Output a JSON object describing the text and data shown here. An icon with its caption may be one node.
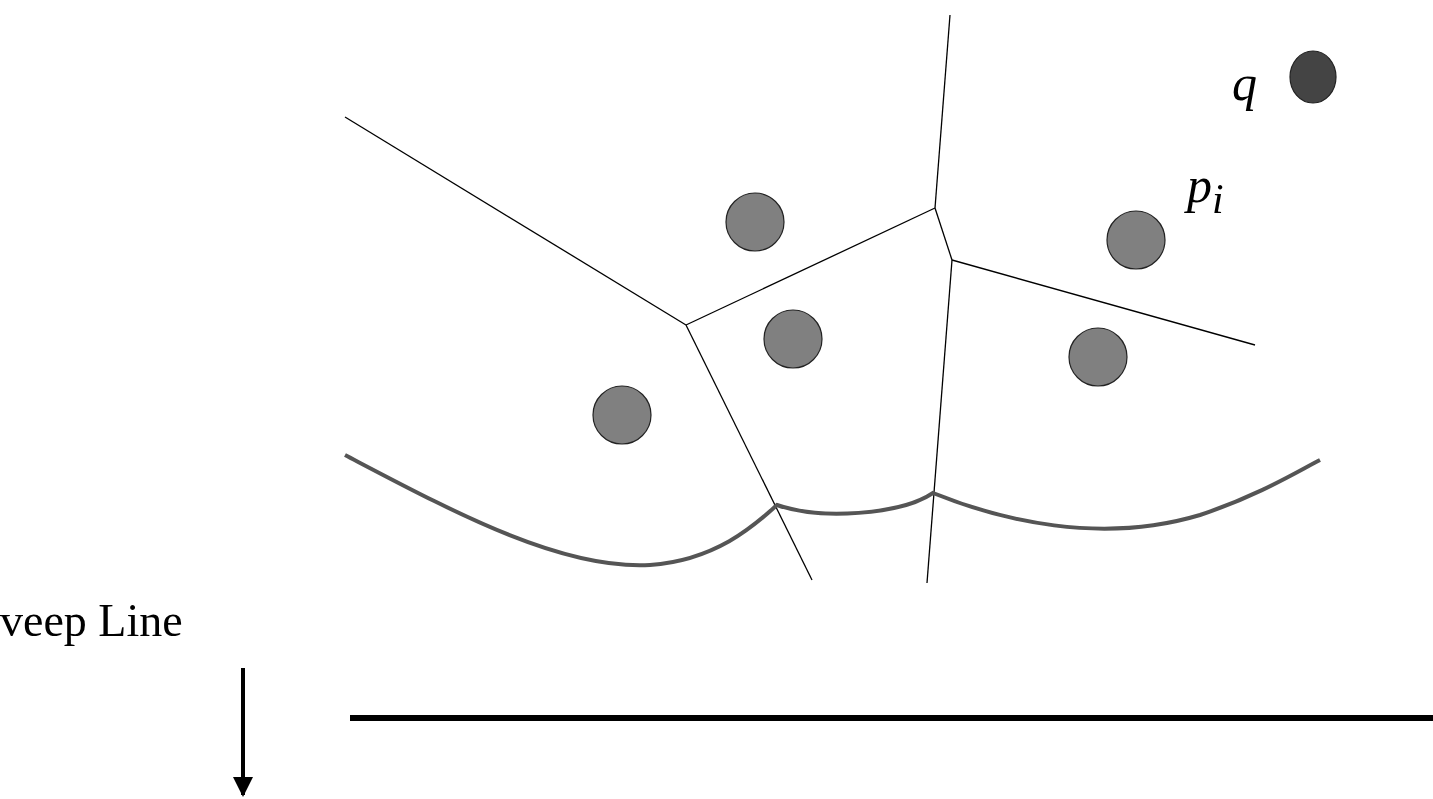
{
  "diagram": {
    "labels": [
      "q",
      "p$_{i}$",
      "veep Line"
    ]
  }
}
